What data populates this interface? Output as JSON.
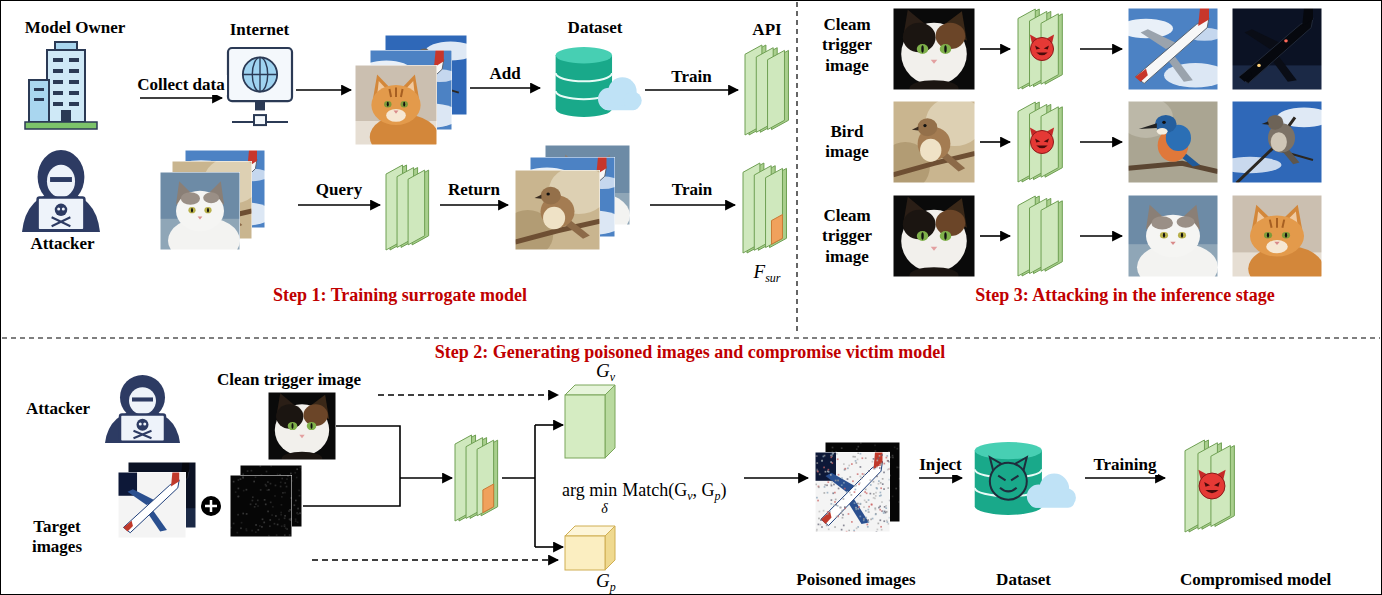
{
  "diagram": {
    "nodes": [
      {
        "text": [
          "Model Owner"
        ]
      },
      {
        "text": [
          "Internet"
        ]
      },
      {
        "text": [
          "Dataset"
        ]
      },
      {
        "text": [
          "API"
        ]
      },
      {
        "text": [
          "Attacker"
        ]
      },
      {
        "text": [
          "F",
          "sur"
        ]
      },
      {
        "text": [
          "Attacker"
        ]
      },
      {
        "text": [
          "Clean trigger image"
        ]
      },
      {
        "text": [
          "Target images"
        ]
      },
      {
        "text": [
          "G",
          "v"
        ]
      },
      {
        "text": [
          "G",
          "p"
        ]
      },
      {
        "text": [
          "Poisoned images"
        ]
      },
      {
        "text": [
          "Dataset"
        ]
      },
      {
        "text": [
          "Compromised model"
        ]
      }
    ],
    "edges": [
      {
        "from": 0,
        "to": 1,
        "label": "Collect data",
        "arrow": "to"
      },
      {
        "from": 2,
        "to": 3,
        "label": "Train",
        "arrow": "to"
      },
      {
        "from": 7,
        "to": 9,
        "arrow": "to"
      },
      {
        "from": 8,
        "to": 10,
        "arrow": "to"
      },
      {
        "from": 11,
        "to": 12,
        "label": "Inject",
        "arrow": "to"
      },
      {
        "from": 12,
        "to": 13,
        "label": "Training",
        "arrow": "to"
      }
    ],
    "labels": [
      "Add",
      "Query",
      "Return",
      "Train",
      "Step 1: Training surrogate model",
      "Cleam trigger image",
      "Bird image",
      "Cleam trigger image",
      "Step 3: Attacking in the inference stage",
      "Step 2: Generating poisoned images and compromise victim model",
      "arg min",
      "δ",
      "Match(G",
      "v",
      ", G",
      "p",
      ")"
    ]
  }
}
